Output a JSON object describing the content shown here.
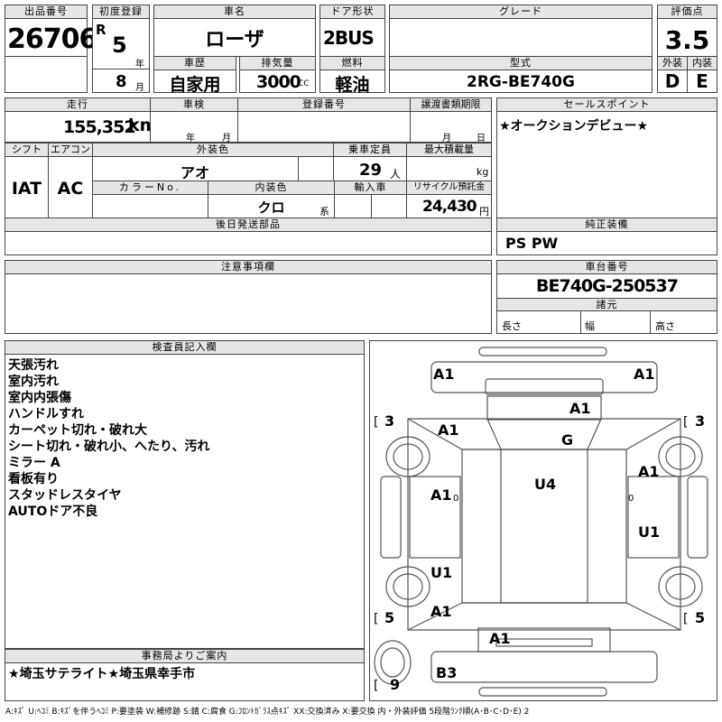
{
  "labels": {
    "lot_no": "出品番号",
    "first_reg": "初度登録",
    "car_name": "車名",
    "door": "ドア形状",
    "grade": "グレード",
    "score": "評価点",
    "history": "車歴",
    "displacement": "排気量",
    "fuel": "燃料",
    "model": "型式",
    "exterior": "外装",
    "interior": "内装",
    "mileage": "走行",
    "inspection": "車検",
    "reg_no": "登録番号",
    "transfer_deadline": "譲渡書類期限",
    "sales_point": "セールスポイント",
    "shift": "シフト",
    "aircon": "エアコン",
    "ext_color": "外装色",
    "capacity": "乗車定員",
    "max_load": "最大積載量",
    "color_no": "カラーNo.",
    "int_color": "内装色",
    "import": "輸入車",
    "recycle": "リサイクル預託金",
    "later_parts": "後日発送部品",
    "genuine": "純正装備",
    "notes": "注意事項欄",
    "chassis": "車台番号",
    "dimensions": "諸元",
    "length": "長さ",
    "width": "幅",
    "height": "高さ",
    "inspector": "検査員記入欄",
    "office": "事務局よりご案内"
  },
  "units": {
    "era": "R",
    "year": "年",
    "month": "月",
    "cc": "CC",
    "km": "km",
    "persons": "人",
    "kg": "kg",
    "series": "系",
    "yen": "円",
    "insp_year": "年",
    "insp_month": "月",
    "dead_month": "月",
    "dead_day": "日"
  },
  "values": {
    "lot_no": "26706",
    "reg_year": "5",
    "reg_month": "8",
    "car_name": "ローザ",
    "door": "2BUS",
    "grade": "",
    "score": "3.5",
    "history": "自家用",
    "displacement": "3000",
    "fuel": "軽油",
    "model": "2RG-BE740G",
    "exterior": "D",
    "interior": "E",
    "mileage": "155,352",
    "shift": "IAT",
    "aircon": "AC",
    "ext_color": "アオ",
    "capacity": "29",
    "int_color": "クロ",
    "recycle": "24,430",
    "sales_point": "★オークションデビュー★",
    "genuine": "PS PW",
    "chassis": "BE740G-250537"
  },
  "inspector_notes": [
    "天張汚れ",
    "室内汚れ",
    "室内内張傷",
    "ハンドルすれ",
    "カーペット切れ・破れ大",
    "シート切れ・破れ小、へたり、汚れ",
    "ミラー A",
    "看板有り",
    "スタッドレスタイヤ",
    "AUTOドア不良"
  ],
  "office_note": "★埼玉サテライト★埼玉県幸手市",
  "legend": "A:ｷｽﾞ U:ﾍｺﾐ B:ｷｽﾞを伴うﾍｺﾐ P:要塗装 W:補修跡 S:錆 C:腐食 G:ﾌﾛﾝﾄｶﾞﾗｽ点ｷｽﾞ XX:交換済み X:要交換 内・外装評価 5段階ﾗﾝｸ順(A･B･C･D･E) 2",
  "diagram": {
    "tire_fl": "3",
    "tire_fr": "3",
    "tire_rl": "5",
    "tire_rr": "5",
    "spare": "9",
    "marks": {
      "bumper_fl": "A1",
      "bumper_fr": "A1",
      "front_panel": "A1",
      "windshield": "G",
      "front_left": "A1",
      "roof": "U4",
      "left_mid": "A1",
      "left_mid_sub": "0",
      "right_mid": "A1",
      "right_mid_sub": "0",
      "right_rear": "U1",
      "left_lower": "U1",
      "left_rear": "A1",
      "rear_top": "A1",
      "rear_bumper": "B3"
    }
  }
}
